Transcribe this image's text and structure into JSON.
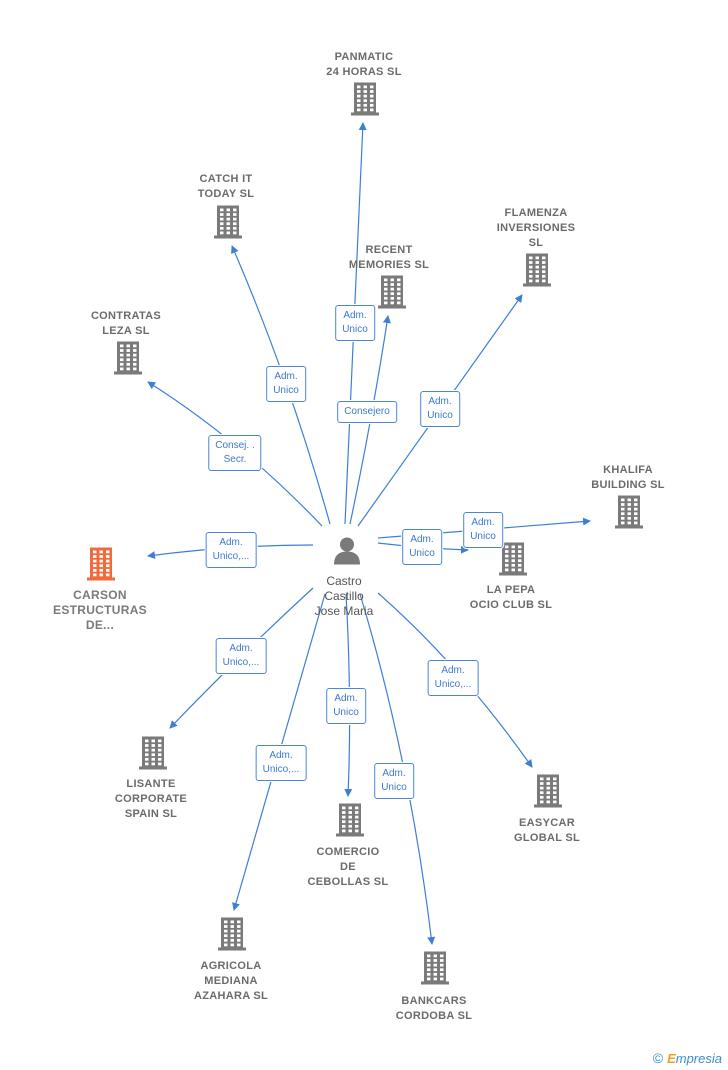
{
  "center": {
    "name": "Castro\nCastillo\nJose Maria",
    "icon": "person-icon"
  },
  "colors": {
    "edge": "#3d7fd6",
    "company": "#7a7a7a",
    "focus": "#f26a3a"
  },
  "companies": [
    {
      "id": "panmatic",
      "label": "PANMATIC\n24 HORAS  SL",
      "focus": false
    },
    {
      "id": "catch-it",
      "label": "CATCH IT\nTODAY  SL",
      "focus": false
    },
    {
      "id": "recent-memories",
      "label": "RECENT\nMEMORIES  SL",
      "focus": false
    },
    {
      "id": "flamenza",
      "label": "FLAMENZA\nINVERSIONES\nSL",
      "focus": false
    },
    {
      "id": "contratas-leza",
      "label": "CONTRATAS\nLEZA SL",
      "focus": false
    },
    {
      "id": "khalifa",
      "label": "KHALIFA\nBUILDING  SL",
      "focus": false
    },
    {
      "id": "carson",
      "label": "CARSON\nESTRUCTURAS\nDE...",
      "focus": true
    },
    {
      "id": "la-pepa",
      "label": "LA PEPA\nOCIO CLUB  SL",
      "focus": false
    },
    {
      "id": "lisante",
      "label": "LISANTE\nCORPORATE\nSPAIN  SL",
      "focus": false
    },
    {
      "id": "easycar",
      "label": "EASYCAR\nGLOBAL  SL",
      "focus": false
    },
    {
      "id": "comercio-cebollas",
      "label": "COMERCIO\nDE\nCEBOLLAS  SL",
      "focus": false
    },
    {
      "id": "agricola",
      "label": "AGRICOLA\nMEDIANA\nAZAHARA  SL",
      "focus": false
    },
    {
      "id": "bankcars",
      "label": "BANKCARS\nCORDOBA SL",
      "focus": false
    }
  ],
  "edges": [
    {
      "to": "panmatic",
      "role": "Adm.\nUnico"
    },
    {
      "to": "catch-it",
      "role": "Adm.\nUnico"
    },
    {
      "to": "recent-memories",
      "role": "Consejero"
    },
    {
      "to": "flamenza",
      "role": "Adm.\nUnico"
    },
    {
      "to": "contratas-leza",
      "role": "Consej. .\nSecr."
    },
    {
      "to": "khalifa",
      "role": "Adm.\nUnico"
    },
    {
      "to": "carson",
      "role": "Adm.\nUnico,..."
    },
    {
      "to": "la-pepa",
      "role": "Adm.\nUnico"
    },
    {
      "to": "lisante",
      "role": "Adm.\nUnico,..."
    },
    {
      "to": "easycar",
      "role": "Adm.\nUnico,..."
    },
    {
      "to": "comercio-cebollas",
      "role": "Adm.\nUnico"
    },
    {
      "to": "agricola",
      "role": "Adm.\nUnico,..."
    },
    {
      "to": "bankcars",
      "role": "Adm.\nUnico"
    }
  ],
  "brand": {
    "copyright": "©",
    "name": "mpresia",
    "initial": "E"
  }
}
